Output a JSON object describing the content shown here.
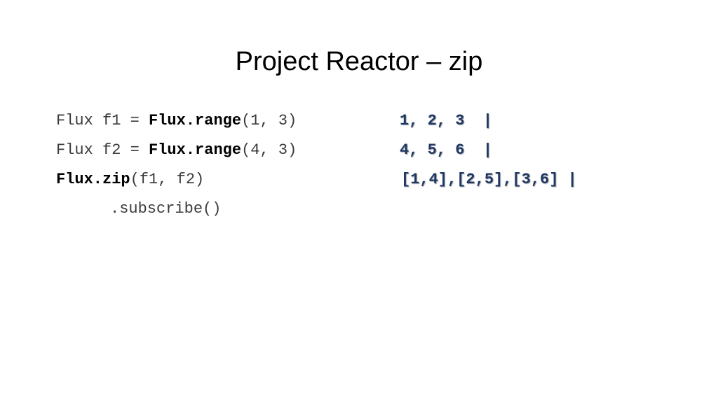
{
  "slide": {
    "title": "Project Reactor – zip",
    "code": [
      {
        "pre": "Flux f1 = ",
        "bold": "Flux.range",
        "post": "(1, 3)"
      },
      {
        "pre": "Flux f2 = ",
        "bold": "Flux.range",
        "post": "(4, 3)"
      },
      {
        "pre": "",
        "bold": "Flux.zip",
        "post": "(f1, f2)"
      },
      {
        "pre": ".subscribe()",
        "bold": "",
        "post": ""
      }
    ],
    "outputs": [
      "1, 2, 3  |",
      "4, 5, 6  |",
      "[1,4],[2,5],[3,6] |"
    ]
  }
}
